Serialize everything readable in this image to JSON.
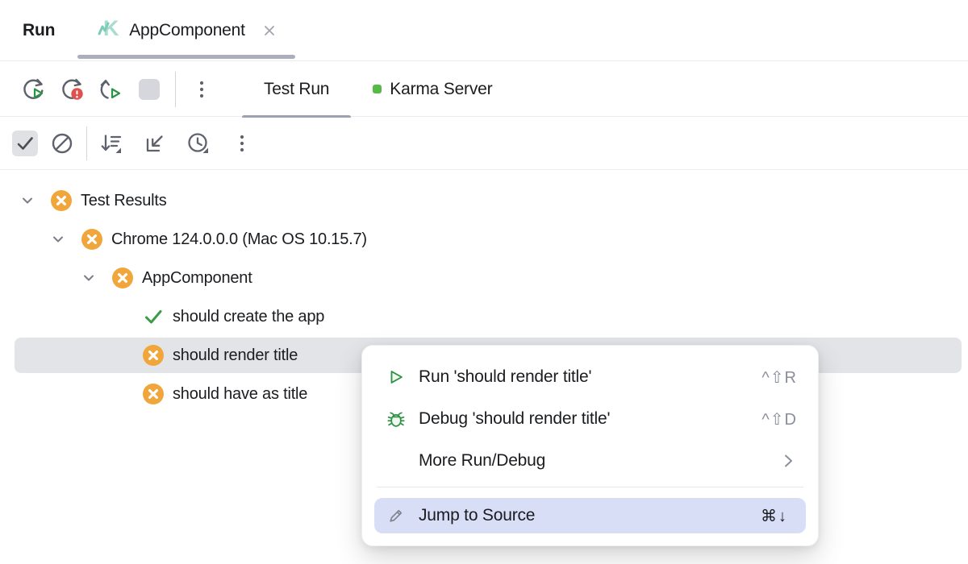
{
  "header": {
    "tool_label": "Run",
    "tab_label": "AppComponent"
  },
  "toolbar": {
    "tabs": [
      {
        "label": "Test Run",
        "selected": true
      },
      {
        "label": "Karma Server",
        "green_dot": true
      }
    ],
    "icons": [
      "rerun-icon",
      "rerun-failed-tests-icon",
      "toggle-auto-test-icon",
      "stop-icon",
      "more-kebab-icon"
    ]
  },
  "filter_bar": {
    "icons": [
      "show-passed-check-icon",
      "show-ignored-icon",
      "sort-icon",
      "import-test-results-icon",
      "test-history-clock-icon",
      "more-kebab-icon"
    ]
  },
  "tree": {
    "items": [
      {
        "label": "Test Results",
        "level": 0,
        "status": "failed",
        "expanded": true
      },
      {
        "label": "Chrome 124.0.0.0 (Mac OS 10.15.7)",
        "level": 1,
        "status": "failed",
        "expanded": true
      },
      {
        "label": "AppComponent",
        "level": 2,
        "status": "failed",
        "expanded": true
      },
      {
        "label": "should create the app",
        "level": 3,
        "status": "passed"
      },
      {
        "label": "should render title",
        "level": 3,
        "status": "failed",
        "selected": true
      },
      {
        "label": "should have as title",
        "level": 3,
        "status": "failed"
      }
    ]
  },
  "context_menu": {
    "items": [
      {
        "label": "Run 'should render title'",
        "shortcut": "^⇧R",
        "icon": "run-icon"
      },
      {
        "label": "Debug 'should render title'",
        "shortcut": "^⇧D",
        "icon": "debug-icon"
      },
      {
        "label": "More Run/Debug",
        "submenu": true
      },
      {
        "label": "Jump to Source",
        "shortcut": "⌘↓",
        "icon": "edit-source-icon",
        "highlighted": true
      }
    ]
  },
  "colors": {
    "failed_icon": "#F1A63B",
    "passed_icon": "#3D9A47",
    "run_green": "#2E9245",
    "error_red": "#E0504F",
    "selection_gray": "#E3E4E7",
    "menu_highlight": "#D9DEF7",
    "tab_underline": "#ABAEBB",
    "karma_mint": "#A9DCCD",
    "server_dot_green": "#57BA46"
  }
}
